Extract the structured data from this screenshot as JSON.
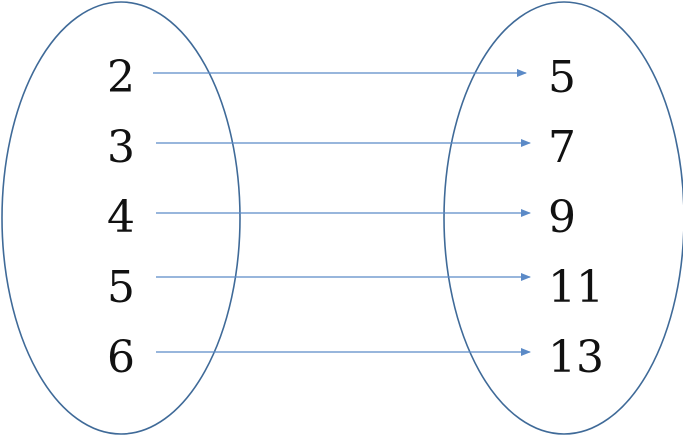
{
  "domain_set": {
    "items": [
      "2",
      "3",
      "4",
      "5",
      "6"
    ]
  },
  "range_set": {
    "items": [
      "5",
      "7",
      "9",
      "11",
      "13"
    ]
  },
  "mapping": [
    {
      "from": "2",
      "to": "5"
    },
    {
      "from": "3",
      "to": "7"
    },
    {
      "from": "4",
      "to": "9"
    },
    {
      "from": "5",
      "to": "11"
    },
    {
      "from": "6",
      "to": "13"
    }
  ],
  "colors": {
    "ellipse_stroke": "#3f6a98",
    "arrow": "#5b8ac7",
    "text": "#111111"
  }
}
